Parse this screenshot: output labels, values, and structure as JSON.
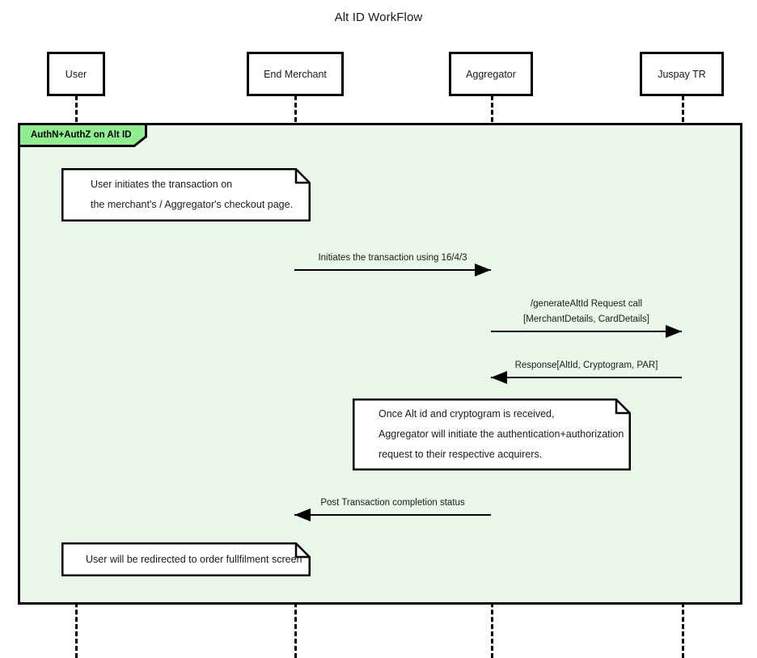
{
  "diagram": {
    "title": "Alt ID WorkFlow",
    "type": "uml-sequence-diagram",
    "colors": {
      "fragment_fill": "#E9F8E9",
      "fragment_tag_fill": "#90EE90",
      "stroke": "#000000",
      "note_fill": "#FFFFFF",
      "page_background": "#FFFFFF"
    }
  },
  "participants": [
    {
      "id": "user",
      "label": "User"
    },
    {
      "id": "end-merchant",
      "label": "End Merchant"
    },
    {
      "id": "aggregator",
      "label": "Aggregator"
    },
    {
      "id": "juspay-tr",
      "label": "Juspay TR"
    }
  ],
  "fragment": {
    "label": "AuthN+AuthZ on Alt ID"
  },
  "notes": [
    {
      "id": "note-user-initiates",
      "lines": [
        "User initiates the transaction on",
        "the merchant's / Aggregator's checkout page."
      ]
    },
    {
      "id": "note-aggregator-auth",
      "lines": [
        "Once Alt id and cryptogram is received,",
        "Aggregator will initiate the authentication+authorization",
        "request to their respective acquirers."
      ]
    },
    {
      "id": "note-redirect",
      "lines": [
        "User will be redirected to order fullfilment screen"
      ]
    }
  ],
  "messages": [
    {
      "id": "msg-initiates-transaction",
      "from": "end-merchant",
      "to": "aggregator",
      "direction": "right",
      "lines": [
        "Initiates the transaction using 16/4/3"
      ]
    },
    {
      "id": "msg-generate-altid-request",
      "from": "aggregator",
      "to": "juspay-tr",
      "direction": "right",
      "lines": [
        "/generateAltId Request call",
        "[MerchantDetails, CardDetails]"
      ]
    },
    {
      "id": "msg-response-altid",
      "from": "juspay-tr",
      "to": "aggregator",
      "direction": "left",
      "lines": [
        "Response[AltId, Cryptogram, PAR]"
      ]
    },
    {
      "id": "msg-post-transaction-status",
      "from": "aggregator",
      "to": "end-merchant",
      "direction": "left",
      "lines": [
        "Post Transaction completion status"
      ]
    }
  ]
}
